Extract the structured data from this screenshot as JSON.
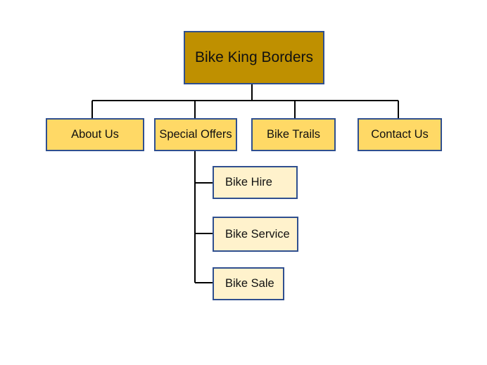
{
  "colors": {
    "root_fill": "#bf9000",
    "level1_fill": "#ffd966",
    "level2_fill": "#fff2cc",
    "border": "#2f4f8f",
    "connector": "#000000"
  },
  "root": {
    "label": "Bike King Borders"
  },
  "menu": [
    {
      "label": "About Us"
    },
    {
      "label": "Special Offers"
    },
    {
      "label": "Bike Trails"
    },
    {
      "label": "Contact Us"
    }
  ],
  "submenu": [
    {
      "label": "Bike Hire"
    },
    {
      "label": "Bike Service"
    },
    {
      "label": "Bike Sale"
    }
  ]
}
